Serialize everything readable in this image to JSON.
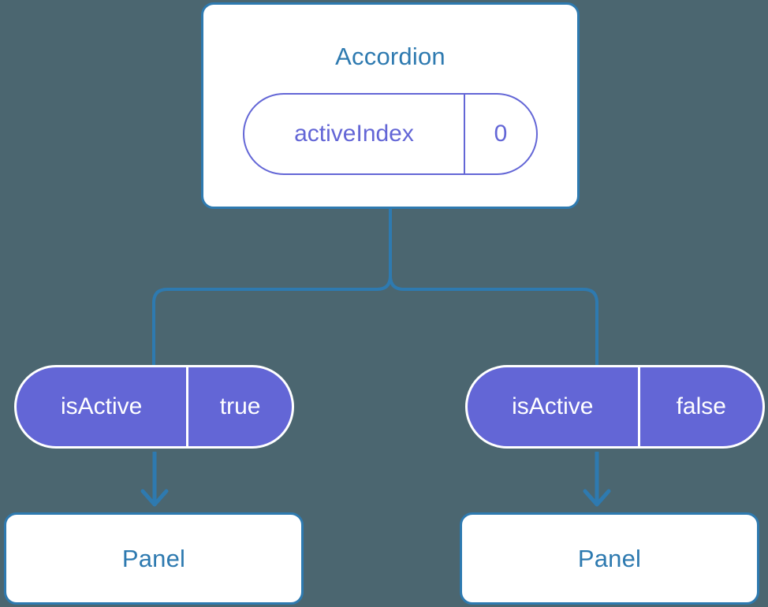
{
  "diagram": {
    "type": "component-state-tree",
    "background_color": "#4b6670",
    "accent_blue": "#2e7ab0",
    "accent_purple": "#6366d6",
    "root": {
      "title": "Accordion",
      "state": {
        "key": "activeIndex",
        "value": "0"
      }
    },
    "branches": [
      {
        "prop": {
          "key": "isActive",
          "value": "true"
        },
        "child": {
          "title": "Panel"
        }
      },
      {
        "prop": {
          "key": "isActive",
          "value": "false"
        },
        "child": {
          "title": "Panel"
        }
      }
    ]
  }
}
